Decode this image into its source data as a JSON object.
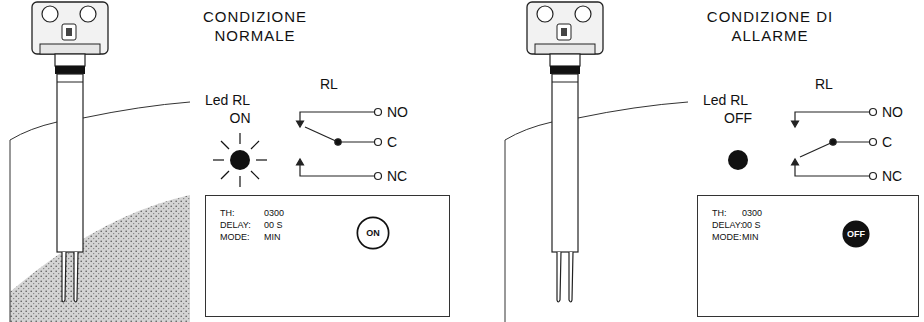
{
  "diagram": {
    "nodes": [
      {
        "text": [
          "TH:",
          "0300",
          "DELAY:",
          "00 S",
          "MODE:",
          "MIN"
        ]
      },
      {
        "text": [
          "ON"
        ],
        "in": 0
      },
      {
        "text": [
          "TH:",
          "0300",
          "DELAY:",
          "00 S",
          "MODE:",
          "MIN"
        ]
      },
      {
        "text": [
          "OFF"
        ],
        "in": 2
      }
    ],
    "labels": [
      "CONDIZIONE NORMALE",
      "Led RL",
      "ON",
      "RL",
      "NO",
      "C",
      "NC",
      "CONDIZIONE DI ALLARME",
      "Led RL",
      "OFF",
      "RL",
      "NO",
      "C",
      "NC"
    ]
  }
}
